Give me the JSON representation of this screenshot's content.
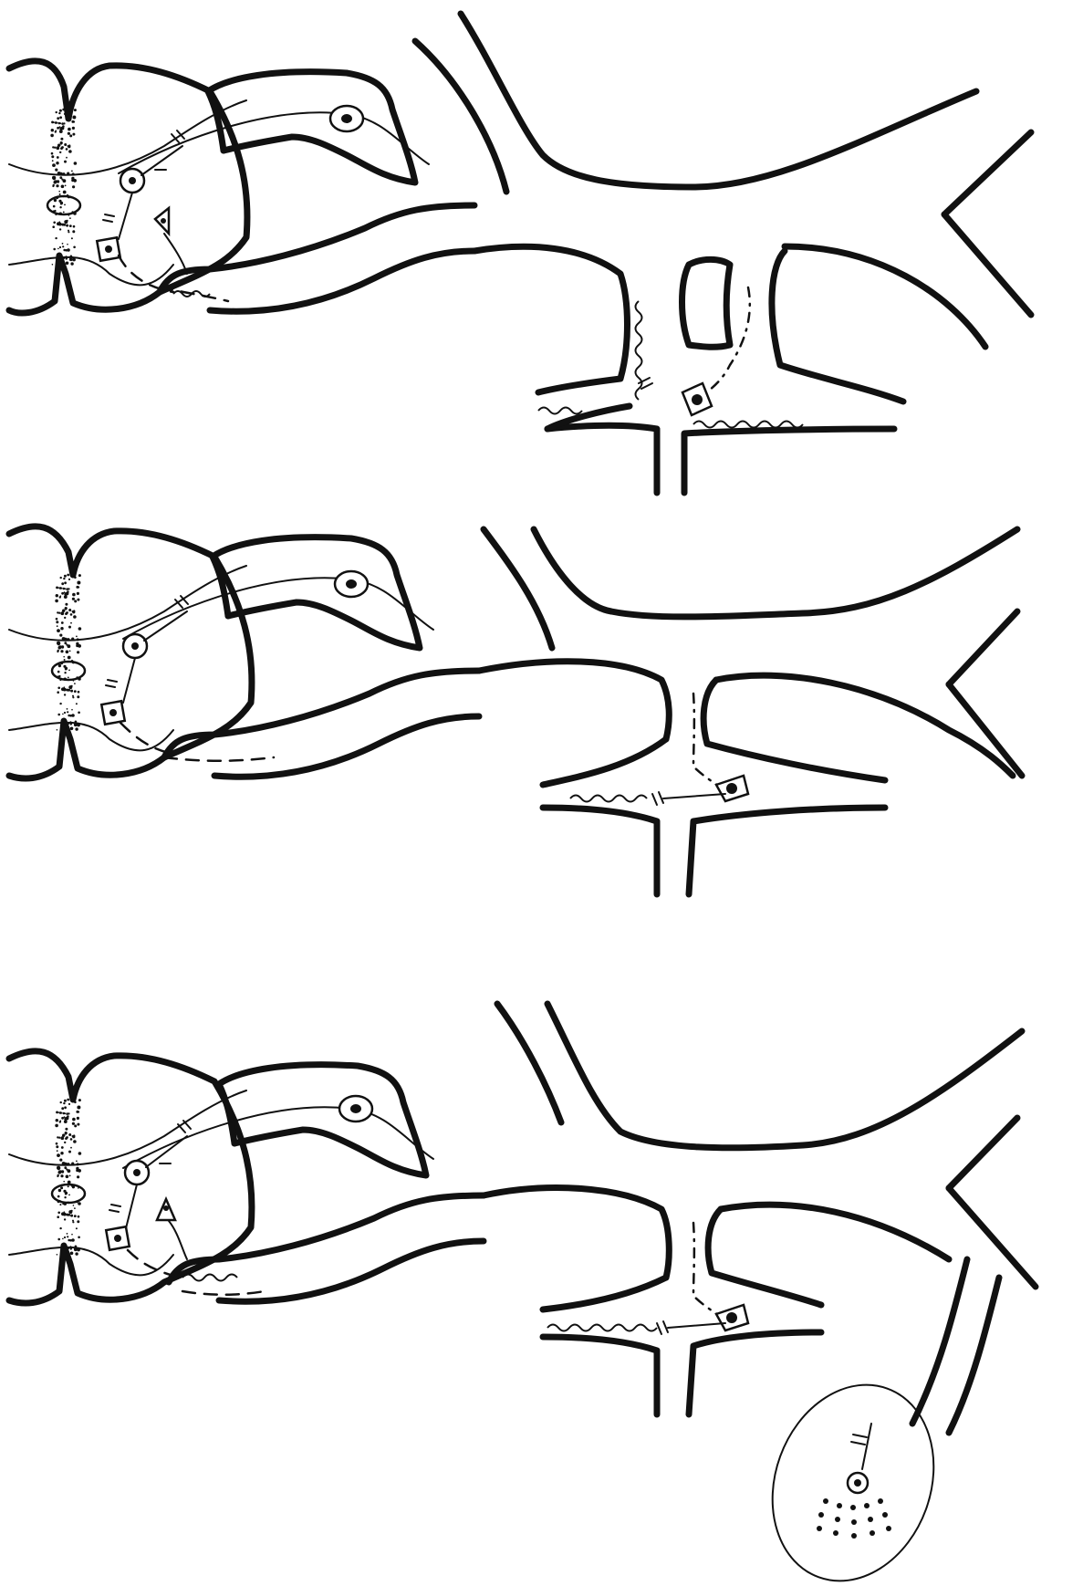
{
  "figure": {
    "panels": [
      {
        "id": "top",
        "ganglion_inflammation": true
      },
      {
        "id": "middle",
        "ganglion_inflammation": false
      },
      {
        "id": "bottom",
        "ganglion_inflammation": false,
        "target_organ": true
      }
    ]
  },
  "colors": {
    "ink": "#111111",
    "paper": "#ffffff"
  }
}
